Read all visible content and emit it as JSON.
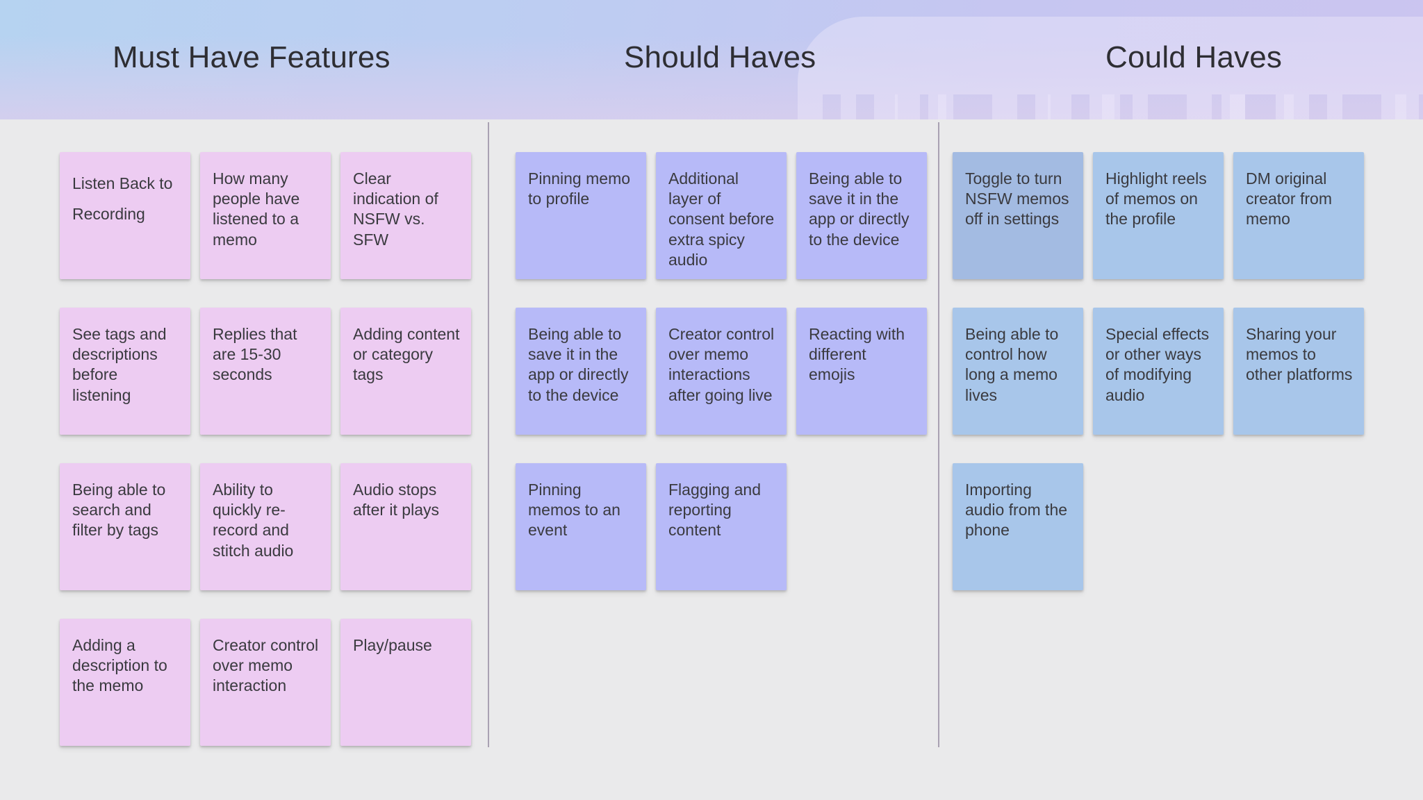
{
  "page": {
    "background": "#eaeaeb",
    "banner_gradient_left": "#b6d3f1",
    "banner_gradient_right": "#cbc5f0",
    "banner_gradient_bottom": "#d7ceee",
    "divider_color": "#a9a1b2",
    "title_color": "#2e2e33",
    "note_text_color": "#3a3a3f"
  },
  "columns": [
    {
      "title": "Must Have Features",
      "note_color": "#edccf2",
      "notes": [
        {
          "text": "Listen Back to Recording"
        },
        {
          "text": "How many people have listened to a memo"
        },
        {
          "text": "Clear indication of NSFW vs. SFW"
        },
        {
          "text": "See tags and descriptions before listening"
        },
        {
          "text": "Replies that are 15-30 seconds"
        },
        {
          "text": "Adding content or category tags"
        },
        {
          "text": "Being able to search and filter by tags"
        },
        {
          "text": "Ability to quickly re-record and stitch audio"
        },
        {
          "text": "Audio stops after it plays"
        },
        {
          "text": "Adding a description to the memo"
        },
        {
          "text": "Creator control over memo interaction"
        },
        {
          "text": "Play/pause"
        }
      ]
    },
    {
      "title": "Should Haves",
      "note_color": "#b7baf8",
      "notes": [
        {
          "text": "Pinning memo to profile"
        },
        {
          "text": "Additional layer of consent before extra spicy audio"
        },
        {
          "text": "Being able to save it in the app or directly to the device"
        },
        {
          "text": "Being able to save it in the app or directly to the device"
        },
        {
          "text": "Creator control over memo interactions after going live"
        },
        {
          "text": "Reacting with different emojis"
        },
        {
          "text": "Pinning memos to an event"
        },
        {
          "text": "Flagging and reporting content"
        }
      ]
    },
    {
      "title": "Could Haves",
      "note_color": "#a8c6ea",
      "notes": [
        {
          "text": "Toggle to turn NSFW memos off in settings",
          "color": "#a3bbe2"
        },
        {
          "text": "Highlight reels of memos on the profile"
        },
        {
          "text": "DM original creator from memo"
        },
        {
          "text": "Being able to control how long a memo lives"
        },
        {
          "text": "Special effects or other ways of modifying audio"
        },
        {
          "text": "Sharing your memos to other platforms"
        },
        {
          "text": "Importing audio from the phone"
        }
      ]
    }
  ]
}
